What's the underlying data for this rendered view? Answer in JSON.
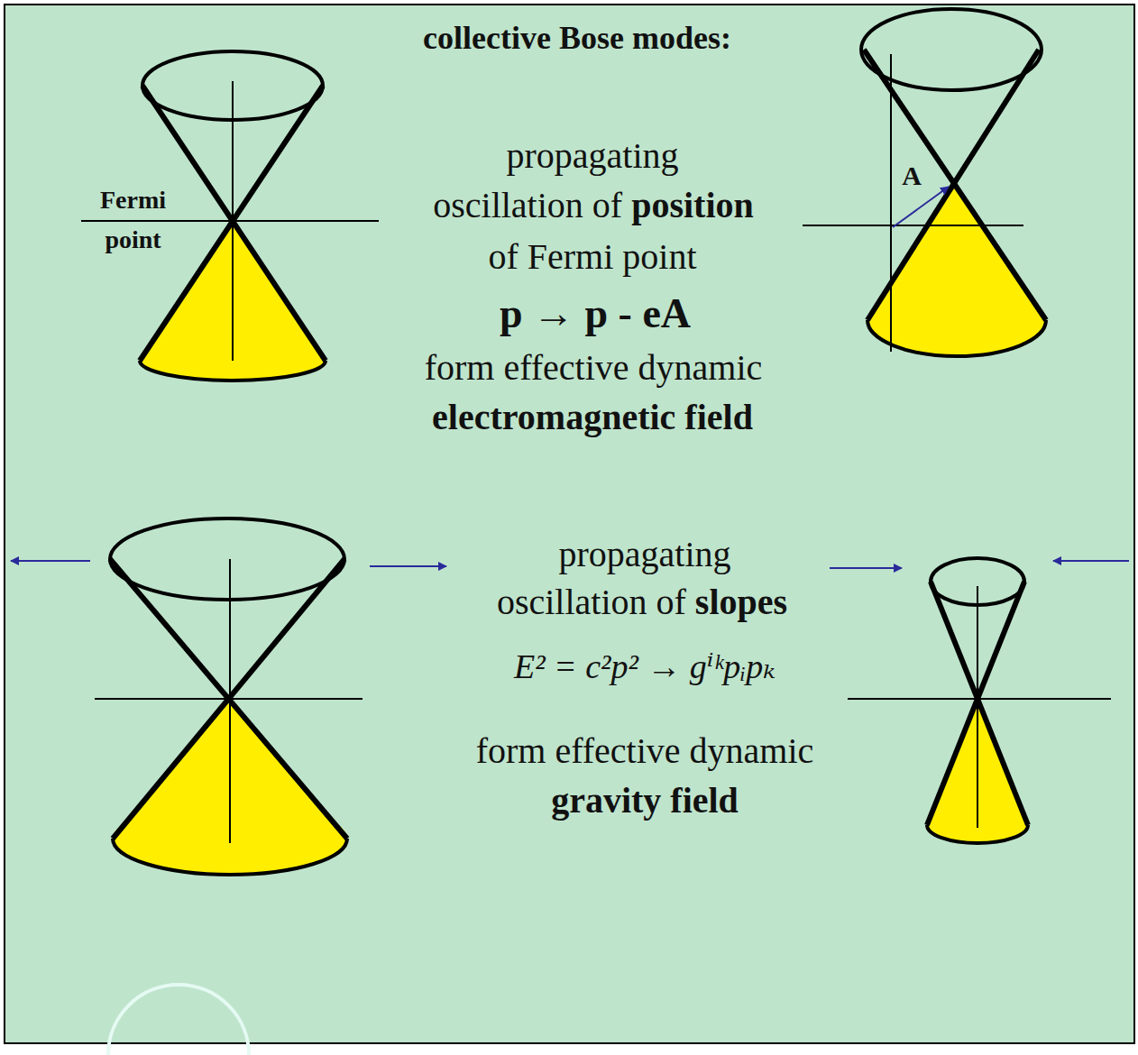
{
  "diagram": {
    "title": "collective Bose modes:",
    "labels": [
      "Fermi point",
      "propagating",
      "oscillation of",
      "position",
      "of Fermi point",
      "p → p - eA",
      "form effective dynamic",
      "electromagnetic field",
      "A",
      "propagating",
      "oscillation of",
      "slopes",
      "E² = c²p² → gⁱᵏpᵢpₖ",
      "form effective dynamic",
      "gravity field"
    ]
  }
}
